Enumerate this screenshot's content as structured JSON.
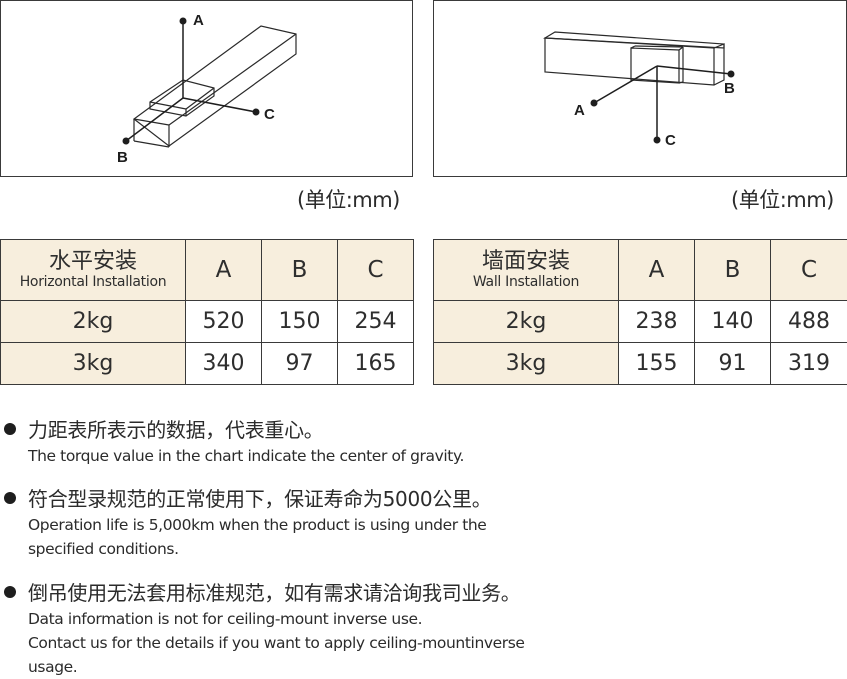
{
  "diagrams": {
    "horizontal": {
      "labels": {
        "a": "A",
        "b": "B",
        "c": "C"
      },
      "unit": "(单位:mm)"
    },
    "wall": {
      "labels": {
        "a": "A",
        "b": "B",
        "c": "C"
      },
      "unit": "(单位:mm)"
    }
  },
  "tables": {
    "horizontal": {
      "title_cn": "水平安装",
      "title_en": "Horizontal Installation",
      "columns": [
        "A",
        "B",
        "C"
      ],
      "rows": [
        {
          "load": "2kg",
          "values": [
            "520",
            "150",
            "254"
          ]
        },
        {
          "load": "3kg",
          "values": [
            "340",
            "97",
            "165"
          ]
        }
      ]
    },
    "wall": {
      "title_cn": "墙面安装",
      "title_en": "Wall Installation",
      "columns": [
        "A",
        "B",
        "C"
      ],
      "rows": [
        {
          "load": "2kg",
          "values": [
            "238",
            "140",
            "488"
          ]
        },
        {
          "load": "3kg",
          "values": [
            "155",
            "91",
            "319"
          ]
        }
      ]
    }
  },
  "notes": [
    {
      "cn": "力距表所表示的数据，代表重心。",
      "en": [
        "The torque value in the chart indicate the center of gravity."
      ]
    },
    {
      "cn": "符合型录规范的正常使用下，保证寿命为5000公里。",
      "en": [
        "Operation life is 5,000km when the product is using under the",
        "specified conditions."
      ]
    },
    {
      "cn": "倒吊使用无法套用标准规范，如有需求请洽询我司业务。",
      "en": [
        "Data information is not for ceiling-mount inverse use.",
        "Contact us for the details if you want to apply ceiling-mountinverse",
        "usage."
      ]
    }
  ],
  "colors": {
    "header_bg": "#f7eedd",
    "border": "#3a3a3a",
    "text": "#2b2b2b"
  }
}
